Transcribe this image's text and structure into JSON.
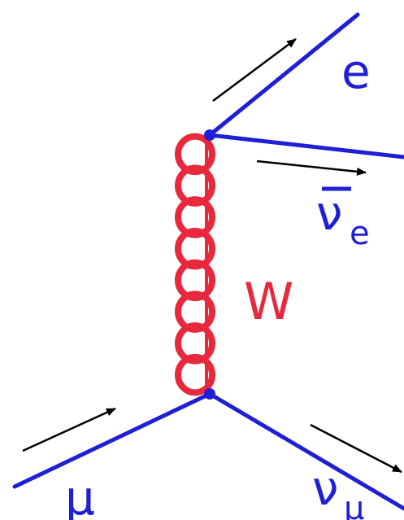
{
  "colors": {
    "fermion": "#1f1fd6",
    "boson": "#e8283c",
    "arrow": "#000000",
    "vertex": "#1f1fd6"
  },
  "labels": {
    "electron": "e",
    "antineutrino_e": "ν",
    "antineutrino_e_sub": "e",
    "boson": "W",
    "muon": "μ",
    "neutrino_mu": "ν",
    "neutrino_mu_sub": "μ"
  }
}
